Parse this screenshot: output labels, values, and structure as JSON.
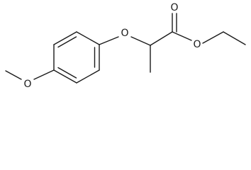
{
  "molecule": {
    "atoms": {
      "ether_oxygen": "O",
      "carbonyl_oxygen": "O",
      "ester_oxygen": "O",
      "methoxy_oxygen": "O"
    }
  }
}
